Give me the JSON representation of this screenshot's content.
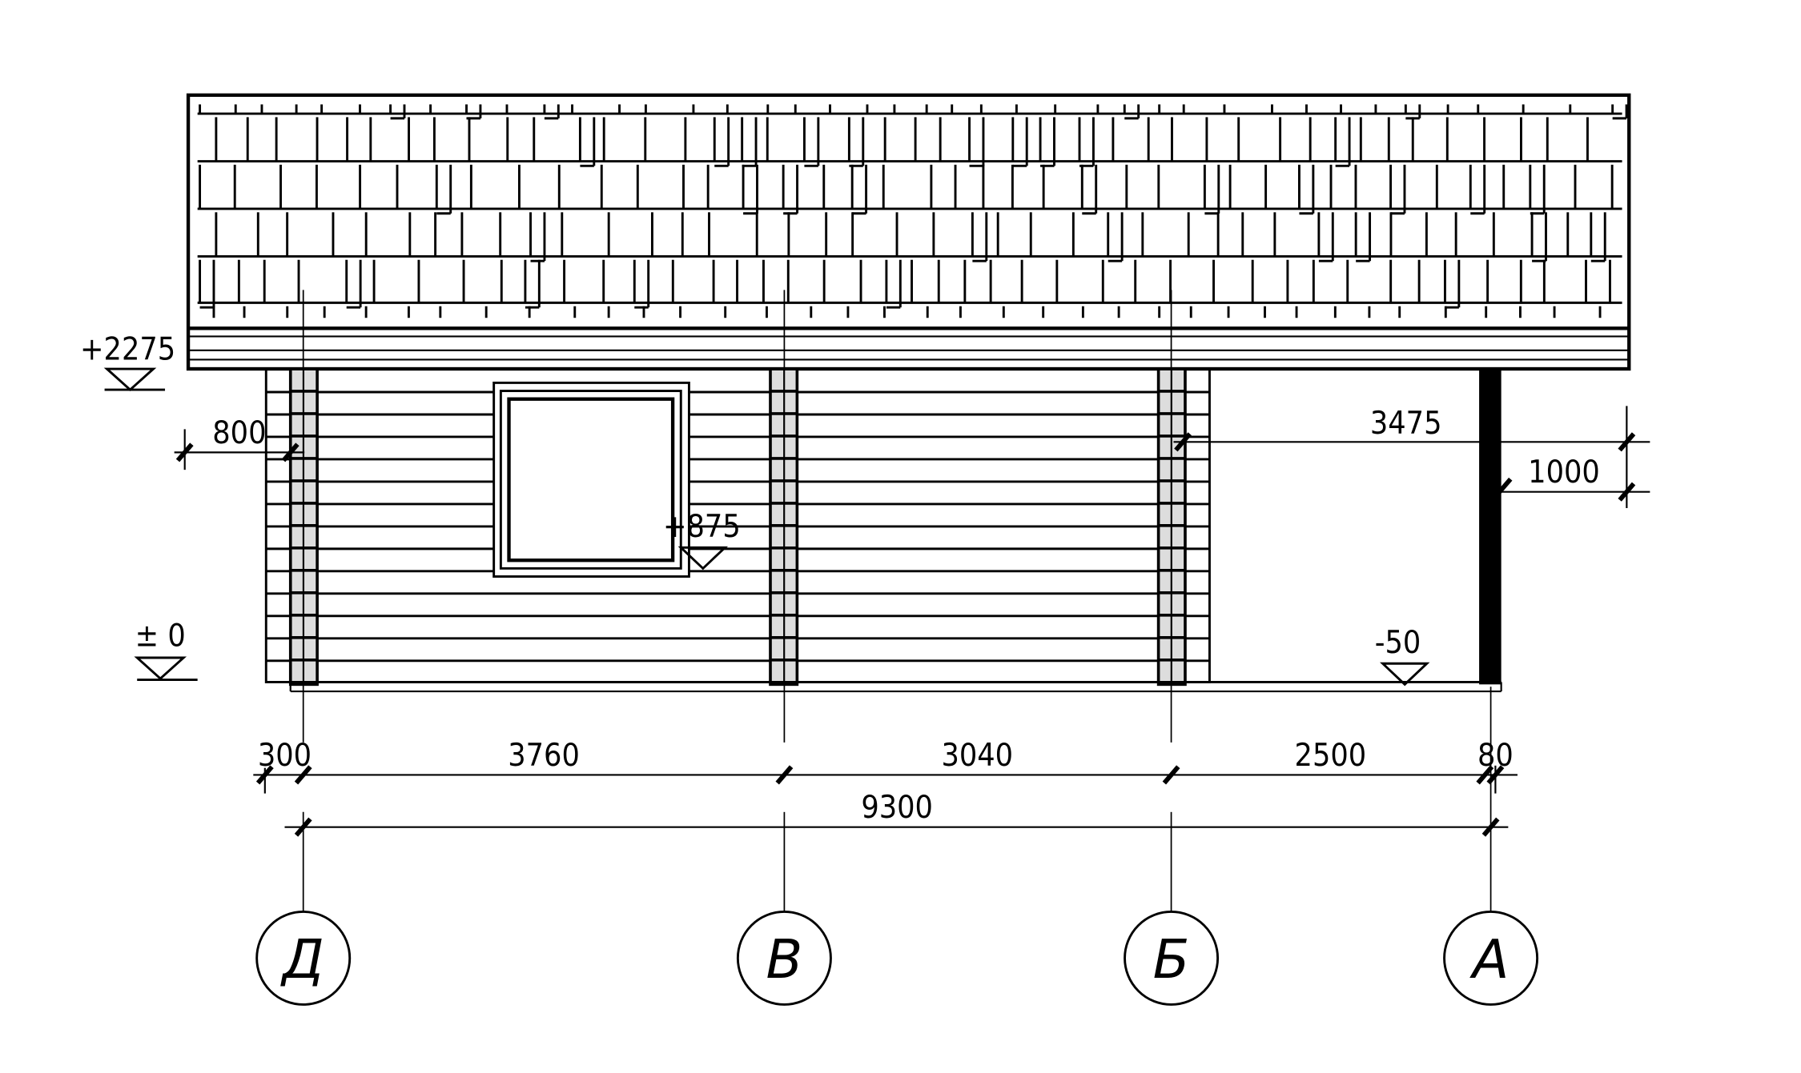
{
  "drawing": {
    "levels": {
      "roof": "+2275",
      "zero": "± 0",
      "window_sill": "+875",
      "ground": "-50"
    },
    "dimensions": {
      "left_offset": "800",
      "overhang": "3475",
      "post_height": "1000",
      "segments": [
        "300",
        "3760",
        "3040",
        "2500",
        "80"
      ],
      "total": "9300"
    },
    "axes": [
      "Д",
      "В",
      "Б",
      "А"
    ]
  }
}
